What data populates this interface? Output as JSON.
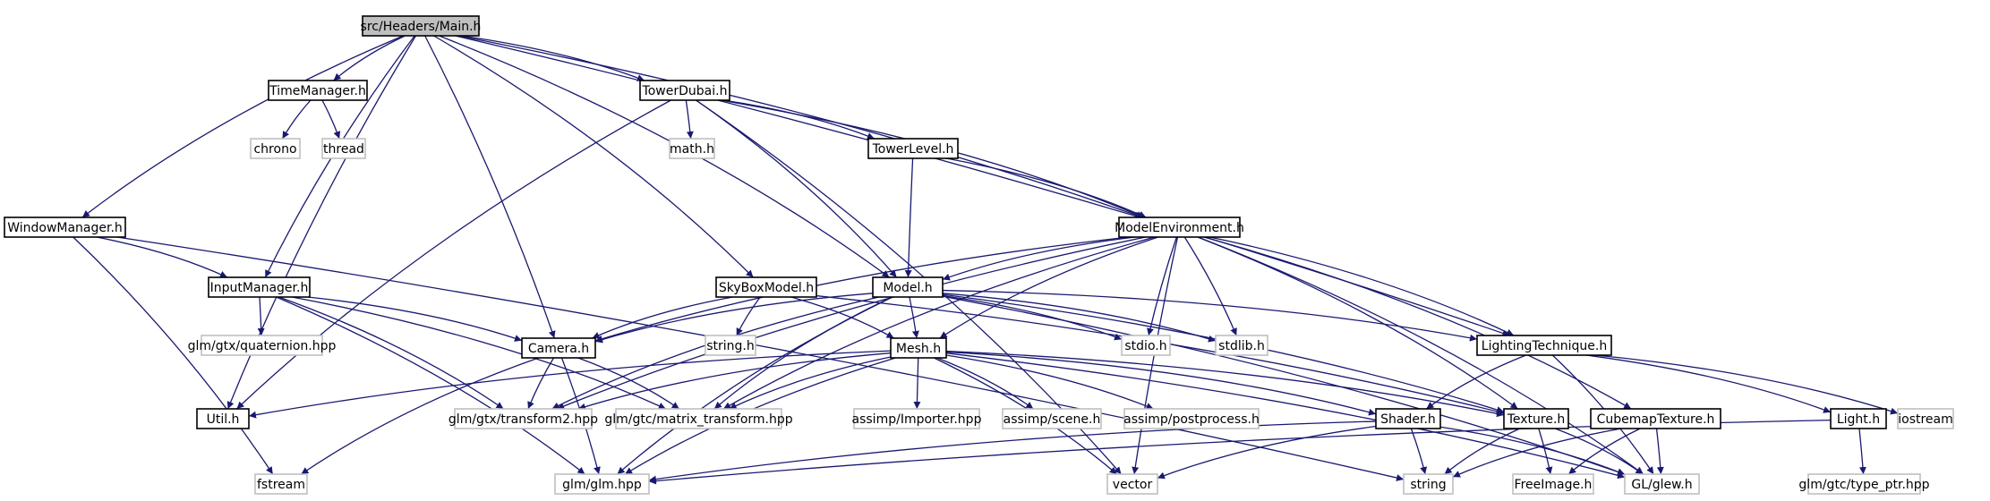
{
  "colors": {
    "edge": "#191970",
    "text": "#000000",
    "text_muted": "#000000",
    "border_defined": "#000000",
    "border_external": "#bfbfbf",
    "fill_root": "#bfbfbf",
    "fill_node": "#ffffff"
  },
  "nodes": [
    {
      "id": "main",
      "label": "src/Headers/Main.h",
      "kind": "root"
    },
    {
      "id": "timemgr",
      "label": "TimeManager.h",
      "kind": "defined"
    },
    {
      "id": "tower",
      "label": "TowerDubai.h",
      "kind": "defined"
    },
    {
      "id": "chrono",
      "label": "chrono",
      "kind": "external"
    },
    {
      "id": "thread",
      "label": "thread",
      "kind": "external"
    },
    {
      "id": "math",
      "label": "math.h",
      "kind": "external"
    },
    {
      "id": "level",
      "label": "TowerLevel.h",
      "kind": "defined"
    },
    {
      "id": "winmgr",
      "label": "WindowManager.h",
      "kind": "defined"
    },
    {
      "id": "modenv",
      "label": "ModelEnvironment.h",
      "kind": "defined"
    },
    {
      "id": "inmgr",
      "label": "InputManager.h",
      "kind": "defined"
    },
    {
      "id": "skybox",
      "label": "SkyBoxModel.h",
      "kind": "defined"
    },
    {
      "id": "model",
      "label": "Model.h",
      "kind": "defined"
    },
    {
      "id": "quat",
      "label": "glm/gtx/quaternion.hpp",
      "kind": "external"
    },
    {
      "id": "strh",
      "label": "string.h",
      "kind": "external"
    },
    {
      "id": "stdio",
      "label": "stdio.h",
      "kind": "external"
    },
    {
      "id": "stdlib",
      "label": "stdlib.h",
      "kind": "external"
    },
    {
      "id": "light",
      "label": "LightingTechnique.h",
      "kind": "defined"
    },
    {
      "id": "camera",
      "label": "Camera.h",
      "kind": "defined"
    },
    {
      "id": "mesh",
      "label": "Mesh.h",
      "kind": "defined"
    },
    {
      "id": "util",
      "label": "Util.h",
      "kind": "defined"
    },
    {
      "id": "trans2",
      "label": "glm/gtx/transform2.hpp",
      "kind": "external"
    },
    {
      "id": "mtrans",
      "label": "glm/gtc/matrix_transform.hpp",
      "kind": "external"
    },
    {
      "id": "importer",
      "label": "assimp/Importer.hpp",
      "kind": "external"
    },
    {
      "id": "scene",
      "label": "assimp/scene.h",
      "kind": "external"
    },
    {
      "id": "post",
      "label": "assimp/postprocess.h",
      "kind": "external"
    },
    {
      "id": "shader",
      "label": "Shader.h",
      "kind": "defined"
    },
    {
      "id": "texture",
      "label": "Texture.h",
      "kind": "defined"
    },
    {
      "id": "cubemap",
      "label": "CubemapTexture.h",
      "kind": "defined"
    },
    {
      "id": "lighth",
      "label": "Light.h",
      "kind": "defined"
    },
    {
      "id": "iostream",
      "label": "iostream",
      "kind": "external"
    },
    {
      "id": "fstream",
      "label": "fstream",
      "kind": "external"
    },
    {
      "id": "glm",
      "label": "glm/glm.hpp",
      "kind": "external"
    },
    {
      "id": "vector",
      "label": "vector",
      "kind": "external"
    },
    {
      "id": "string",
      "label": "string",
      "kind": "external"
    },
    {
      "id": "freeimg",
      "label": "FreeImage.h",
      "kind": "external"
    },
    {
      "id": "glew",
      "label": "GL/glew.h",
      "kind": "external"
    },
    {
      "id": "typeptr",
      "label": "glm/gtc/type_ptr.hpp",
      "kind": "external"
    }
  ],
  "edges": [
    [
      "main",
      "timemgr"
    ],
    [
      "main",
      "tower"
    ],
    [
      "main",
      "winmgr"
    ],
    [
      "main",
      "modenv"
    ],
    [
      "main",
      "inmgr"
    ],
    [
      "main",
      "skybox"
    ],
    [
      "main",
      "model"
    ],
    [
      "main",
      "light"
    ],
    [
      "main",
      "camera"
    ],
    [
      "main",
      "util"
    ],
    [
      "timemgr",
      "chrono"
    ],
    [
      "timemgr",
      "thread"
    ],
    [
      "tower",
      "math"
    ],
    [
      "tower",
      "level"
    ],
    [
      "tower",
      "modenv"
    ],
    [
      "tower",
      "model"
    ],
    [
      "tower",
      "util"
    ],
    [
      "tower",
      "vector"
    ],
    [
      "level",
      "modenv"
    ],
    [
      "level",
      "model"
    ],
    [
      "winmgr",
      "inmgr"
    ],
    [
      "winmgr",
      "fstream"
    ],
    [
      "winmgr",
      "string"
    ],
    [
      "modenv",
      "model"
    ],
    [
      "modenv",
      "camera"
    ],
    [
      "modenv",
      "mesh"
    ],
    [
      "modenv",
      "light"
    ],
    [
      "modenv",
      "stdio"
    ],
    [
      "modenv",
      "stdlib"
    ],
    [
      "modenv",
      "texture"
    ],
    [
      "modenv",
      "cubemap"
    ],
    [
      "modenv",
      "trans2"
    ],
    [
      "modenv",
      "mtrans"
    ],
    [
      "modenv",
      "vector"
    ],
    [
      "modenv",
      "glew"
    ],
    [
      "inmgr",
      "quat"
    ],
    [
      "inmgr",
      "camera"
    ],
    [
      "inmgr",
      "trans2"
    ],
    [
      "inmgr",
      "mtrans"
    ],
    [
      "inmgr",
      "glm"
    ],
    [
      "skybox",
      "camera"
    ],
    [
      "skybox",
      "strh"
    ],
    [
      "skybox",
      "mesh"
    ],
    [
      "skybox",
      "texture"
    ],
    [
      "model",
      "camera"
    ],
    [
      "model",
      "mesh"
    ],
    [
      "model",
      "stdio"
    ],
    [
      "model",
      "stdlib"
    ],
    [
      "model",
      "light"
    ],
    [
      "model",
      "texture"
    ],
    [
      "model",
      "trans2"
    ],
    [
      "model",
      "mtrans"
    ],
    [
      "model",
      "glm"
    ],
    [
      "model",
      "glew"
    ],
    [
      "camera",
      "trans2"
    ],
    [
      "camera",
      "mtrans"
    ],
    [
      "camera",
      "glm"
    ],
    [
      "camera",
      "fstream"
    ],
    [
      "mesh",
      "util"
    ],
    [
      "mesh",
      "trans2"
    ],
    [
      "mesh",
      "mtrans"
    ],
    [
      "mesh",
      "importer"
    ],
    [
      "mesh",
      "scene"
    ],
    [
      "mesh",
      "post"
    ],
    [
      "mesh",
      "shader"
    ],
    [
      "mesh",
      "texture"
    ],
    [
      "mesh",
      "glm"
    ],
    [
      "mesh",
      "vector"
    ],
    [
      "mesh",
      "glew"
    ],
    [
      "light",
      "shader"
    ],
    [
      "light",
      "lighth"
    ],
    [
      "light",
      "iostream"
    ],
    [
      "light",
      "glew"
    ],
    [
      "shader",
      "glm"
    ],
    [
      "shader",
      "vector"
    ],
    [
      "shader",
      "string"
    ],
    [
      "shader",
      "glew"
    ],
    [
      "texture",
      "string"
    ],
    [
      "texture",
      "freeimg"
    ],
    [
      "texture",
      "glew"
    ],
    [
      "cubemap",
      "string"
    ],
    [
      "cubemap",
      "freeimg"
    ],
    [
      "cubemap",
      "glew"
    ],
    [
      "lighth",
      "glm"
    ],
    [
      "lighth",
      "typeptr"
    ]
  ]
}
